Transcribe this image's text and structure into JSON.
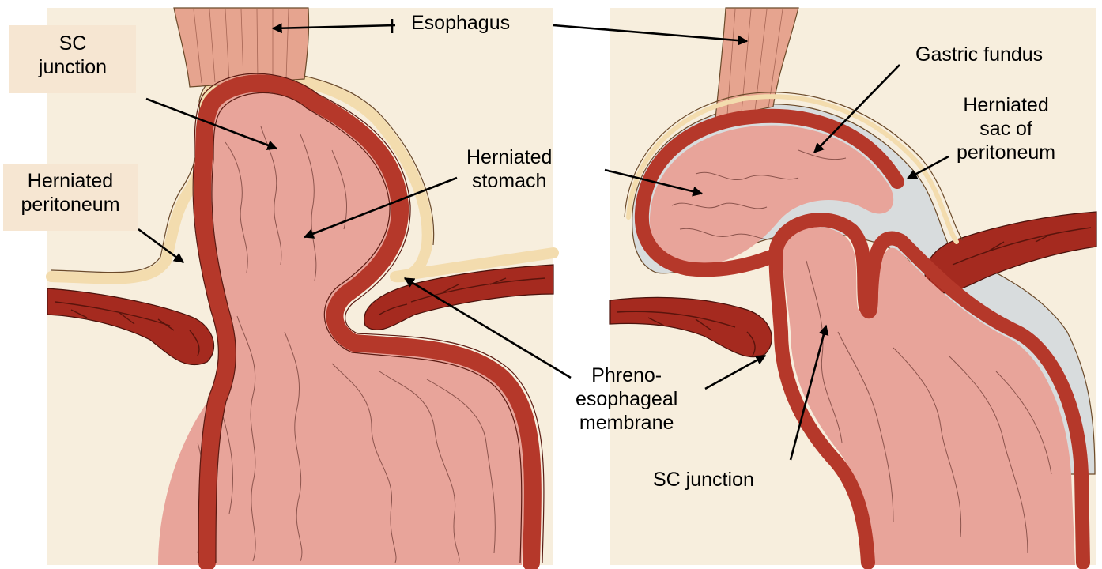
{
  "labels": {
    "esophagus": "Esophagus",
    "sc_junction_left": [
      "SC",
      "junction"
    ],
    "herniated_peritoneum": [
      "Herniated",
      "peritoneum"
    ],
    "herniated_stomach": [
      "Herniated",
      "stomach"
    ],
    "gastric_fundus": "Gastric fundus",
    "herniated_sac": [
      "Herniated",
      "sac of",
      "peritoneum"
    ],
    "phrenoesophageal_membrane": [
      "Phreno-",
      "esophageal",
      "membrane"
    ],
    "sc_junction_right": "SC junction"
  },
  "colors": {
    "background": "#f7eedd",
    "stomach_lumen": "#e8a49a",
    "muscular_wall": "#b5382a",
    "peritoneum": "#f3dcae",
    "hernia_sac": "#d8dcdd",
    "diaphragm": "#a52a1f",
    "label_box": "#f6e6d2"
  }
}
